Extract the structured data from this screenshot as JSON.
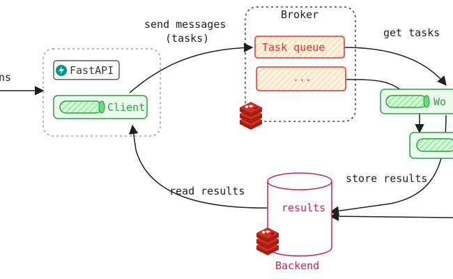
{
  "diagram": {
    "edge_labels": {
      "incoming": "ns",
      "send_messages_line1": "send messages",
      "send_messages_line2": "(tasks)",
      "get_tasks": "get tasks",
      "store_results": "store results",
      "read_results": "read results"
    },
    "groups": {
      "broker_title": "Broker",
      "backend_title": "Backend"
    },
    "nodes": {
      "fastapi": "FastAPI",
      "client": "Client",
      "task_queue": "Task queue",
      "ellipsis_queue": "...",
      "results": "results",
      "worker": "Wo"
    },
    "icons": [
      "fastapi-logo-icon",
      "redis-logo-icon"
    ],
    "colors": {
      "green": "#2f9e44",
      "green_fill": "#b2f2bb",
      "red": "#e03131",
      "orange_fill": "#ffd8a8",
      "magenta": "#c2255c",
      "redis_red": "#d82c20",
      "teal": "#009688"
    }
  }
}
